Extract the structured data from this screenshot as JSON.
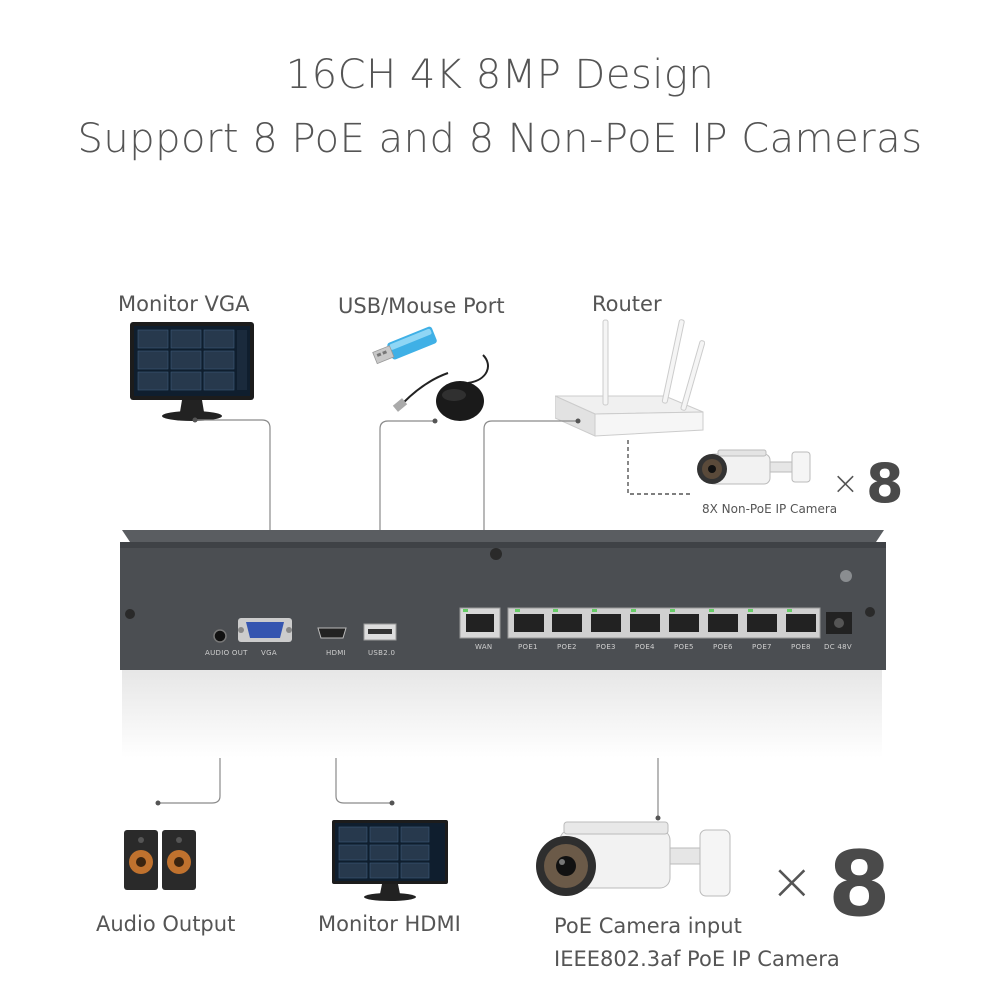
{
  "heading": {
    "line1": "16CH 4K 8MP Design",
    "line2": "Support 8 PoE and 8 Non-PoE IP Cameras"
  },
  "labels": {
    "monitor_vga": "Monitor VGA",
    "usb_mouse": "USB/Mouse Port",
    "router": "Router",
    "non_poe_caption": "8X Non-PoE IP Camera",
    "audio_output": "Audio Output",
    "monitor_hdmi": "Monitor HDMI",
    "poe_line1": "PoE Camera input",
    "poe_line2": "IEEE802.3af PoE IP Camera"
  },
  "multipliers": {
    "non_poe_times": "×",
    "non_poe_count": "8",
    "poe_times": "×",
    "poe_count": "8"
  },
  "ports": {
    "audio": "AUDIO OUT",
    "vga": "VGA",
    "hdmi": "HDMI",
    "usb": "USB2.0",
    "wan": "WAN",
    "poe": [
      "POE1",
      "POE2",
      "POE3",
      "POE4",
      "POE5",
      "POE6",
      "POE7",
      "POE8"
    ],
    "dc": "DC 48V"
  },
  "colors": {
    "nvr_body": "#4b4e52",
    "connector_line": "#8a8a8a",
    "blue_usb": "#3fb0e6"
  }
}
